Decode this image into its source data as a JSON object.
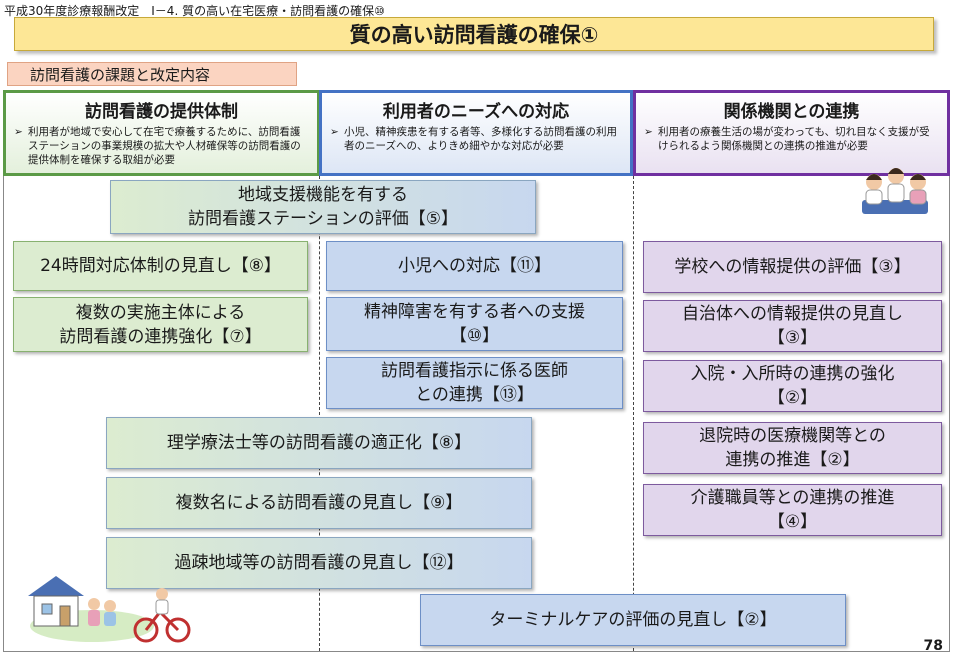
{
  "header": "平成30年度診療報酬改定　Ⅰ－4. 質の高い在宅医療・訪問看護の確保⑩",
  "title": "質の高い訪問看護の確保①",
  "section_label": "訪問看護の課題と改定内容",
  "columns": [
    {
      "heading": "訪問看護の提供体制",
      "desc": "利用者が地域で安心して在宅で療養するために、訪問看護ステーションの事業規模の拡大や人材確保等の訪問看護の提供体制を確保する取組が必要"
    },
    {
      "heading": "利用者のニーズへの対応",
      "desc": "小児、精神疾患を有する者等、多様化する訪問看護の利用者のニーズへの、よりきめ細やかな対応が必要"
    },
    {
      "heading": "関係機関との連携",
      "desc": "利用者の療養生活の場が変わっても、切れ目なく支援が受けられるよう関係機関との連携の推進が必要"
    }
  ],
  "boxes": {
    "regional_support": [
      "地域支援機能を有する",
      "訪問看護ステーションの評価【⑤】"
    ],
    "care_24h": "24時間対応体制の見直し【⑧】",
    "multi_entity": [
      "複数の実施主体による",
      "訪問看護の連携強化【⑦】"
    ],
    "pediatric": "小児への対応【⑪】",
    "mental": [
      "精神障害を有する者への支援",
      "【⑩】"
    ],
    "physician": [
      "訪問看護指示に係る医師",
      "との連携【⑬】"
    ],
    "school": "学校への情報提供の評価【③】",
    "municipality": [
      "自治体への情報提供の見直し",
      "【③】"
    ],
    "admission": [
      "入院・入所時の連携の強化",
      "【②】"
    ],
    "discharge": [
      "退院時の医療機関等との",
      "連携の推進【②】"
    ],
    "care_workers": [
      "介護職員等との連携の推進",
      "【④】"
    ],
    "therapist": "理学療法士等の訪問看護の適正化【⑧】",
    "multi_staff": "複数名による訪問看護の見直し【⑨】",
    "rural": "過疎地域等の訪問看護の見直し【⑫】",
    "terminal": "ターミナルケアの評価の見直し【②】"
  },
  "page_number": "78",
  "colors": {
    "green": "#5b9a46",
    "blue": "#4472c4",
    "purple": "#7030a0",
    "title_bg": "#fde796",
    "label_bg": "#fbd4c1"
  }
}
